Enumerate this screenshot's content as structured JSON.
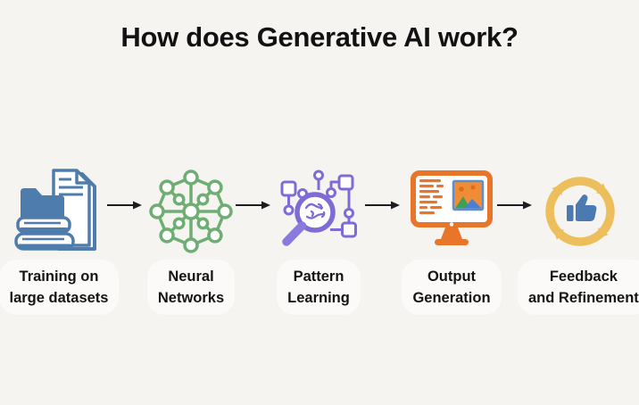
{
  "title": "How does Generative AI work?",
  "steps": [
    {
      "id": "training-data",
      "label": [
        "Training on",
        "large datasets"
      ],
      "icon": "datasets-icon",
      "color": "#4e7dad"
    },
    {
      "id": "neural-networks",
      "label": [
        "Neural",
        "Networks"
      ],
      "icon": "neural-network-icon",
      "color": "#6fae73"
    },
    {
      "id": "pattern-learning",
      "label": [
        "Pattern",
        "Learning"
      ],
      "icon": "pattern-magnifier-icon",
      "color": "#7e6bd6"
    },
    {
      "id": "output-generation",
      "label": [
        "Output",
        "Generation"
      ],
      "icon": "monitor-icon",
      "color": "#e8762a"
    },
    {
      "id": "feedback-refinement",
      "label": [
        "Feedback",
        "and Refinement"
      ],
      "icon": "feedback-cycle-icon",
      "color": "#ecbf5c"
    }
  ],
  "arrows": {
    "count": 4,
    "color": "#1d1d1f"
  },
  "colors": {
    "background": "#f5f4f1",
    "label_pill_background": "#fbfaf8",
    "title_color": "#121212",
    "thumb_blue": "#4b7ab2",
    "image_green": "#3f9f57",
    "image_blue": "#4a7fd4",
    "doc_blue": "#4e7dad"
  }
}
